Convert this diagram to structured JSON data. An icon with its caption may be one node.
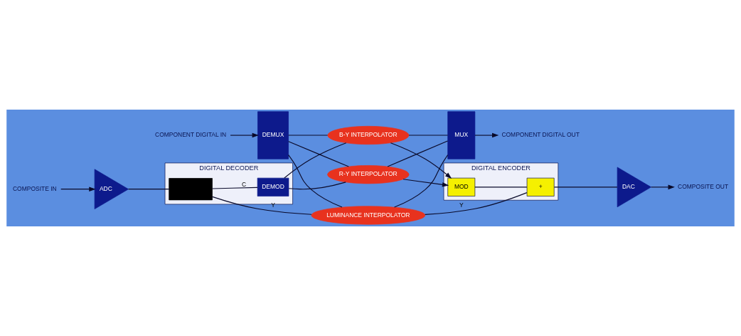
{
  "diagram": {
    "nodes": [
      {
        "text": [
          "COMPOSITE IN"
        ]
      },
      {
        "text": [
          "ADC"
        ]
      },
      {
        "text": [
          "DIGITAL DECODER"
        ]
      },
      {
        "text": [],
        "shape": "box",
        "in": 2
      },
      {
        "text": [
          "DEMOD"
        ],
        "in": 2
      },
      {
        "text": [
          "COMPONENT DIGITAL IN"
        ]
      },
      {
        "text": [
          "DEMUX"
        ]
      },
      {
        "text": [
          "LUMINANCE INTERPOLATOR"
        ]
      },
      {
        "text": [
          "R-Y INTERPOLATOR"
        ]
      },
      {
        "text": [
          "B-Y INTERPOLATOR"
        ]
      },
      {
        "text": [
          "DIGITAL ENCODER"
        ]
      },
      {
        "text": [
          "+"
        ],
        "in": 10
      },
      {
        "text": [
          "MOD"
        ],
        "in": 10
      },
      {
        "text": [
          "DAC"
        ]
      },
      {
        "text": [
          "COMPOSITE OUT"
        ]
      },
      {
        "text": [
          "MUX"
        ]
      },
      {
        "text": [
          "COMPONENT DIGITAL OUT"
        ]
      }
    ],
    "edges": [
      {
        "from": 0,
        "to": 1,
        "arrow": "to"
      },
      {
        "from": 1,
        "to": 3,
        "arrow": "none"
      },
      {
        "from": 3,
        "to": 7,
        "arrow": "none",
        "label": "Y"
      },
      {
        "from": 3,
        "to": 4,
        "arrow": "none",
        "label": "C"
      },
      {
        "from": 4,
        "to": 8,
        "arrow": "none"
      },
      {
        "from": 4,
        "to": 9,
        "arrow": "none"
      },
      {
        "from": 5,
        "to": 6,
        "arrow": "to"
      },
      {
        "from": 6,
        "to": 7,
        "arrow": "none"
      },
      {
        "from": 6,
        "to": 8,
        "arrow": "none"
      },
      {
        "from": 6,
        "to": 9,
        "arrow": "none"
      },
      {
        "from": 7,
        "to": 11,
        "arrow": "none",
        "label": "Y"
      },
      {
        "from": 7,
        "to": 15,
        "arrow": "none"
      },
      {
        "from": 8,
        "to": 12,
        "arrow": "to"
      },
      {
        "from": 8,
        "to": 15,
        "arrow": "none"
      },
      {
        "from": 9,
        "to": 12,
        "arrow": "to"
      },
      {
        "from": 9,
        "to": 15,
        "arrow": "none"
      },
      {
        "from": 12,
        "to": 11,
        "arrow": "none"
      },
      {
        "from": 11,
        "to": 13,
        "arrow": "none"
      },
      {
        "from": 13,
        "to": 14,
        "arrow": "to"
      },
      {
        "from": 15,
        "to": 16,
        "arrow": "to"
      }
    ]
  }
}
